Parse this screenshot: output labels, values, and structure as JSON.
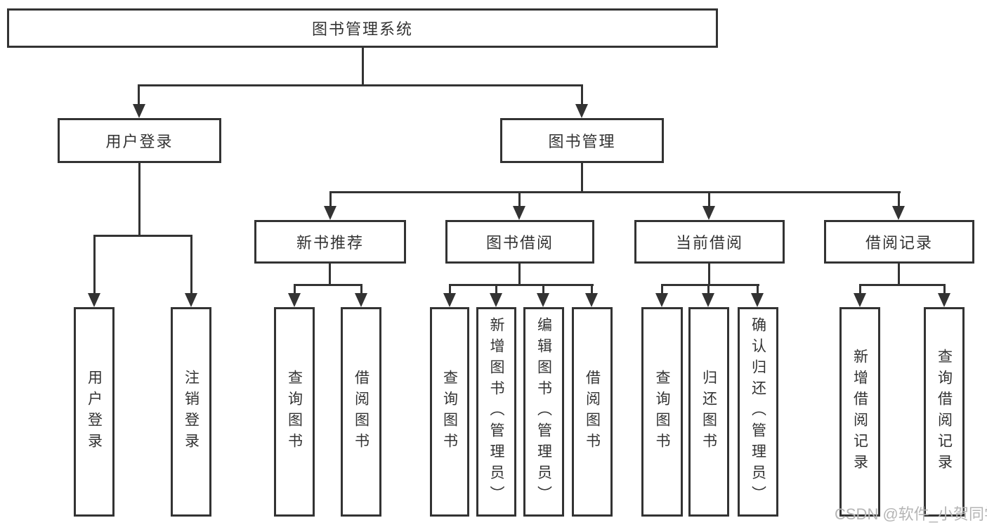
{
  "diagram": {
    "title": "图书管理系统",
    "root": {
      "label": "图书管理系统"
    },
    "level2": {
      "user_login": {
        "label": "用户登录"
      },
      "book_management": {
        "label": "图书管理"
      }
    },
    "level3": {
      "new_books": {
        "label": "新书推荐"
      },
      "borrow": {
        "label": "图书借阅"
      },
      "current": {
        "label": "当前借阅"
      },
      "records": {
        "label": "借阅记录"
      }
    },
    "leaves": {
      "user_login": [
        "用户登录",
        "注销登录"
      ],
      "new_books": [
        "查询图书",
        "借阅图书"
      ],
      "borrow": [
        "查询图书",
        "新增图书（管理员）",
        "编辑图书（管理员）",
        "借阅图书"
      ],
      "current": [
        "查询图书",
        "归还图书",
        "确认归还（管理员）"
      ],
      "records": [
        "新增借阅记录",
        "查询借阅记录"
      ]
    }
  },
  "watermark": {
    "text": "CSDN @软件_小贺同学"
  },
  "colors": {
    "line": "#333333",
    "box_border": "#333333",
    "text": "#333333",
    "background": "#ffffff",
    "watermark": "#b5b5b5"
  }
}
